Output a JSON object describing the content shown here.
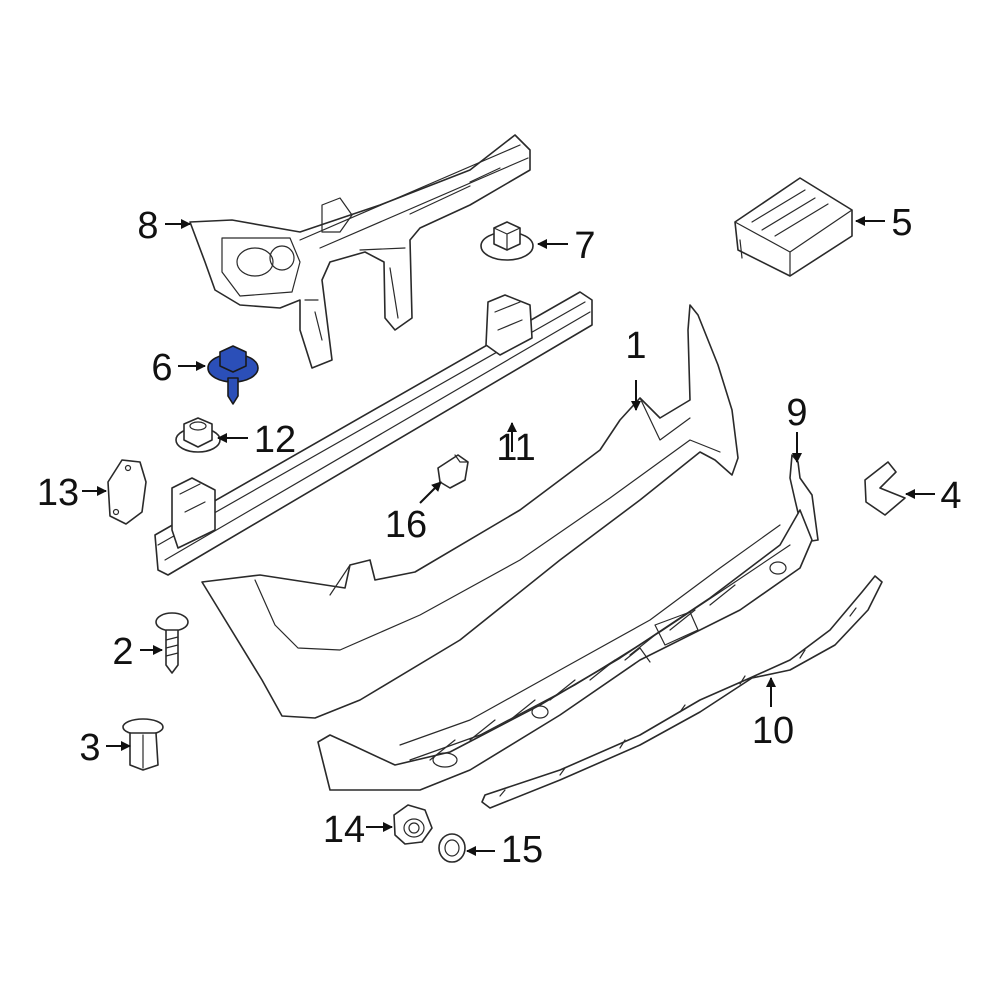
{
  "callouts": {
    "c1": "1",
    "c2": "2",
    "c3": "3",
    "c4": "4",
    "c5": "5",
    "c6": "6",
    "c7": "7",
    "c8": "8",
    "c9": "9",
    "c10": "10",
    "c11": "11",
    "c12": "12",
    "c13": "13",
    "c14": "14",
    "c15": "15",
    "c16": "16"
  },
  "highlighted_part": "6",
  "colors": {
    "highlight": "#2b4fb8",
    "line": "#2a2a2a",
    "background": "#ffffff"
  }
}
